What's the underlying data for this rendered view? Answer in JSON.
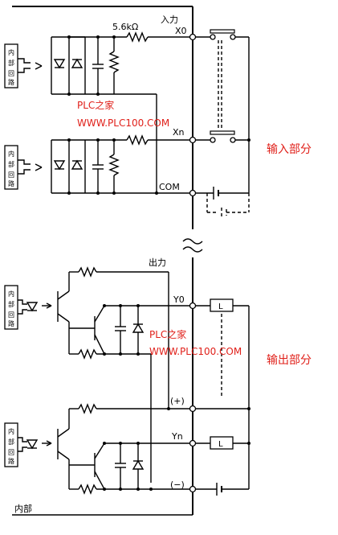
{
  "input": {
    "resistor_value": "5.6kΩ",
    "section_title": "入力",
    "terminal_x0": "X0",
    "terminal_xn": "Xn",
    "terminal_com": "COM",
    "side_label": "输入部分"
  },
  "output": {
    "section_title": "出力",
    "terminal_y0": "Y0",
    "terminal_yn": "Yn",
    "terminal_plus": "(+)",
    "terminal_minus": "(−)",
    "load_label_1": "L",
    "load_label_2": "L",
    "side_label": "输出部分"
  },
  "internal_circuit_label": "内部回路",
  "bottom_label": "内部",
  "watermark": {
    "line1": "PLC之家",
    "line2": "WWW.PLC100.COM"
  },
  "icons": [
    "internal-circuit-box",
    "photocoupler-icon",
    "resistor-icon",
    "capacitor-icon",
    "diode-icon",
    "transistor-icon",
    "switch-icon",
    "battery-icon",
    "load-icon",
    "terminal-icon"
  ]
}
